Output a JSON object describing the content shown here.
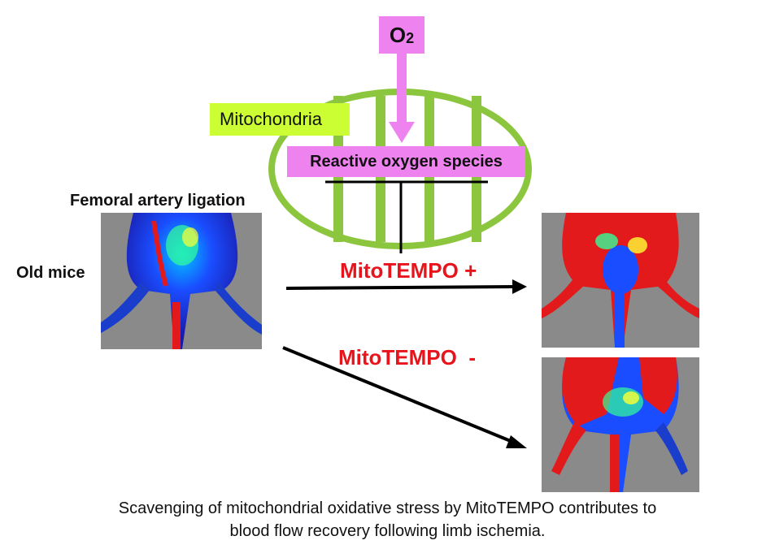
{
  "labels": {
    "o2_main": "O",
    "o2_sub": "2",
    "mitochondria": "Mitochondria",
    "ros": "Reactive oxygen species",
    "femoral": "Femoral artery ligation",
    "old_mice": "Old mice",
    "mito_plus": "MitoTEMPO +",
    "mito_minus": "MitoTEMPO  -"
  },
  "caption": {
    "line1": "Scavenging of mitochondrial oxidative stress by MitoTEMPO contributes to",
    "line2": "blood flow recovery following limb ischemia."
  },
  "colors": {
    "magenta": "#ee82ee",
    "lime": "#ccff33",
    "mito_green": "#8cc63f",
    "red_text": "#e8141c",
    "scan_bg": "#8a8a8a"
  }
}
